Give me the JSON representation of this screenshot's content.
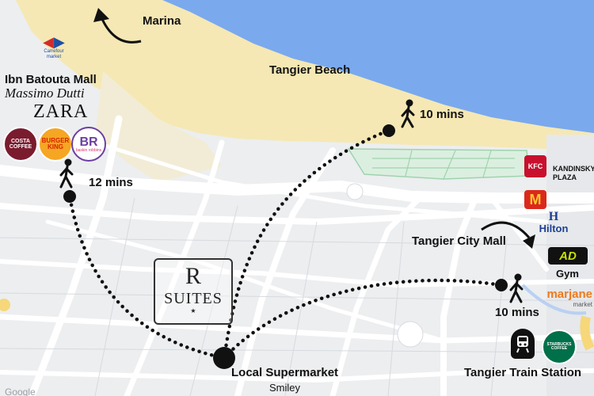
{
  "places": {
    "marina": "Marina",
    "beach": "Tangier Beach",
    "mall_left": "Ibn Batouta Mall",
    "city_mall": "Tangier City Mall",
    "supermarket": "Local Supermarket",
    "supermarket_sub": "Smiley",
    "train_station": "Tangier Train Station",
    "kandinsky": "KANDINSKY PLAZA"
  },
  "walk_times": {
    "to_beach": "10 mins",
    "to_mall": "12 mins",
    "to_city_mall": "10 mins"
  },
  "hotel_logo": {
    "letter": "R",
    "word": "SUITES"
  },
  "brands": {
    "carrefour": "Carrefour market",
    "massimo": "Massimo Dutti",
    "zara": "ZARA",
    "costa": "COSTA COFFEE",
    "burger_king": "BURGER KING",
    "baskin": "BR",
    "baskin_sub": "baskin robbins",
    "kfc": "KFC",
    "mcdonalds": "M",
    "hilton_mark": "H",
    "hilton": "Hilton",
    "gym_mark": "AD",
    "gym": "Gym",
    "marjane": "marjane",
    "marjane_sub": "market",
    "starbucks": "STARBUCKS COFFEE",
    "google": "Google"
  },
  "colors": {
    "sea": "#7aa9ee",
    "sand": "#f5e8b4",
    "park": "#dbefe0",
    "land": "#eceef0",
    "road": "#ffffff",
    "route": "#111111"
  },
  "icons": [
    "walking-person-icon",
    "train-icon",
    "curved-arrow-icon",
    "route-dot-icon"
  ]
}
